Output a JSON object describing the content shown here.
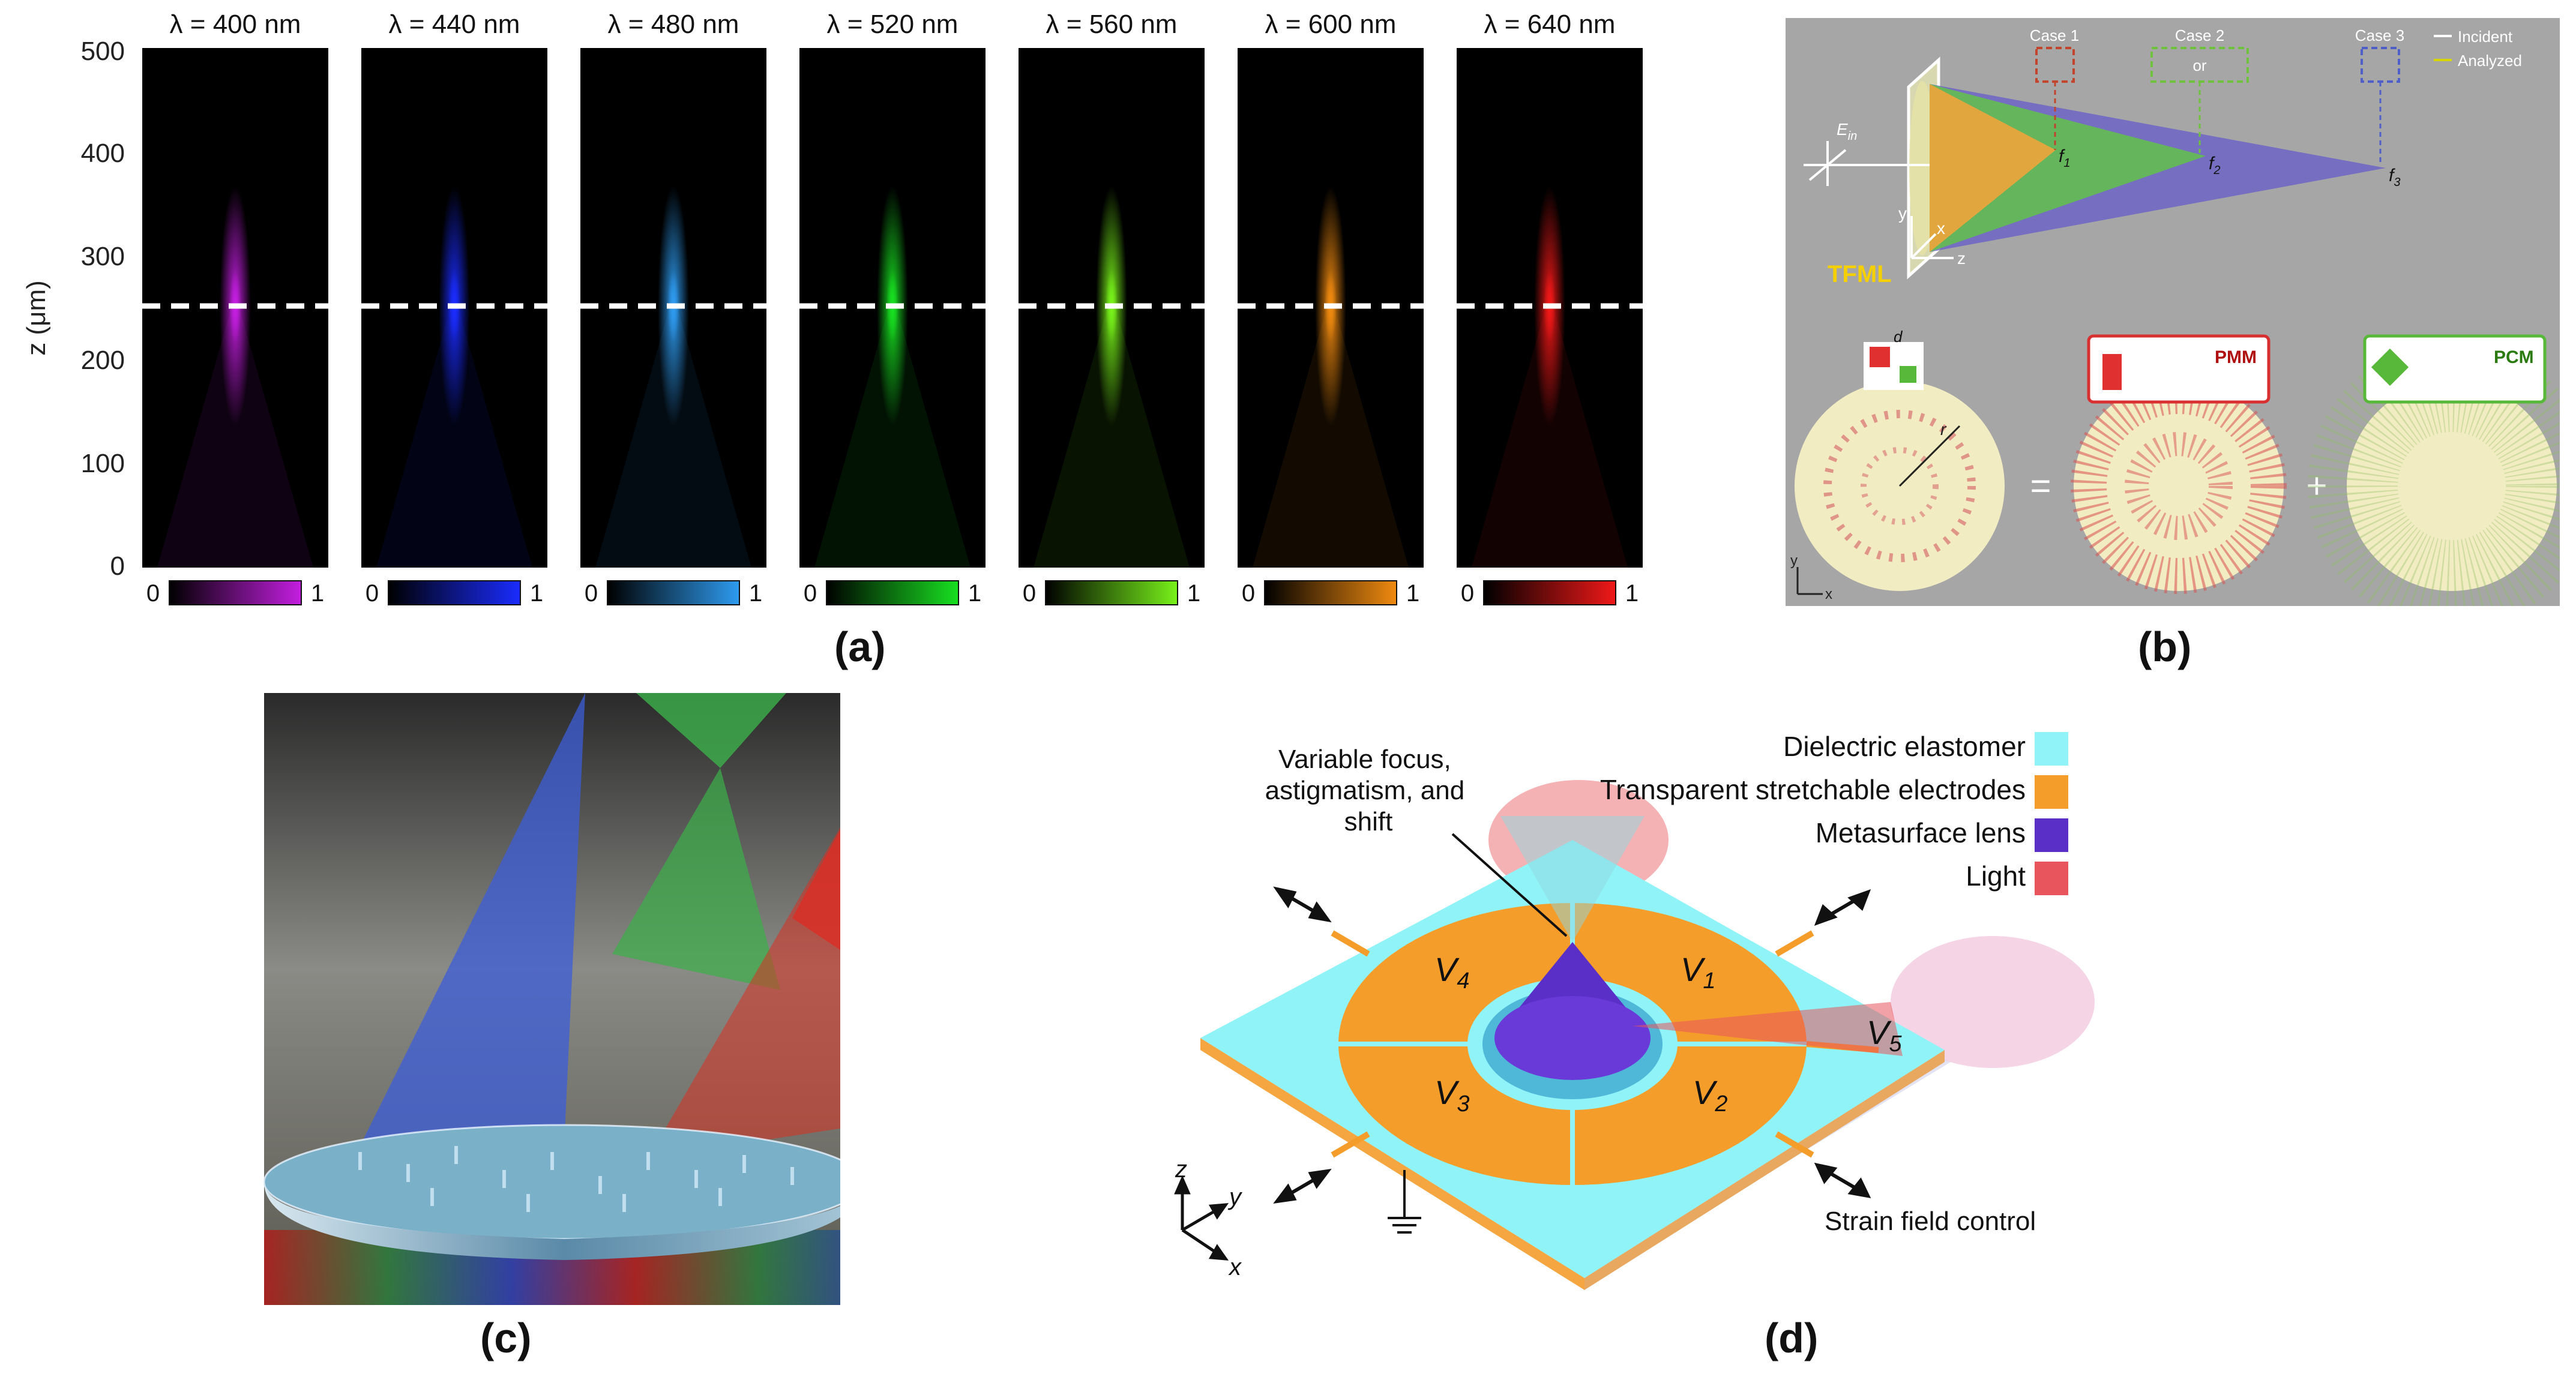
{
  "panel_a": {
    "y_axis_label": "z (μm)",
    "y_ticks": [
      "500",
      "400",
      "300",
      "200",
      "100",
      "0"
    ],
    "colorbar_min": "0",
    "colorbar_max": "1",
    "columns": [
      {
        "label": "λ = 400 nm",
        "color": "#c41ee0"
      },
      {
        "label": "λ = 440 nm",
        "color": "#1a2cff"
      },
      {
        "label": "λ = 480 nm",
        "color": "#2e9bf0"
      },
      {
        "label": "λ = 520 nm",
        "color": "#18e021"
      },
      {
        "label": "λ = 560 nm",
        "color": "#78f21a"
      },
      {
        "label": "λ = 600 nm",
        "color": "#f08a10"
      },
      {
        "label": "λ = 640 nm",
        "color": "#f01818"
      }
    ],
    "caption": "(a)"
  },
  "panel_b": {
    "case1": "Case 1",
    "case2": "Case 2",
    "case3": "Case 3",
    "or": "or",
    "legend_incident": "Incident",
    "legend_analyzed": "Analyzed",
    "tfml": "TFML",
    "ein": "E",
    "ein_sub": "in",
    "f1": "f",
    "f2": "f",
    "f3": "f",
    "f1_sub": "1",
    "f2_sub": "2",
    "f3_sub": "3",
    "pmm": "PMM",
    "pcm": "PCM",
    "eq": "=",
    "plus": "+",
    "r": "r",
    "d": "d",
    "x": "x",
    "y": "y",
    "z": "z",
    "caption": "(b)"
  },
  "panel_c": {
    "caption": "(c)"
  },
  "panel_d": {
    "legend": [
      {
        "label": "Dielectric elastomer",
        "color": "#8ff3f7"
      },
      {
        "label": "Transparent stretchable electrodes",
        "color": "#f59d2a"
      },
      {
        "label": "Metasurface lens",
        "color": "#5a2fc8"
      },
      {
        "label": "Light",
        "color": "#e8555c"
      }
    ],
    "variable_focus": [
      "Variable focus,",
      "astigmatism, and",
      "shift"
    ],
    "v1": "V",
    "v2": "V",
    "v3": "V",
    "v4": "V",
    "v5": "V",
    "v1_sub": "1",
    "v2_sub": "2",
    "v3_sub": "3",
    "v4_sub": "4",
    "v5_sub": "5",
    "strain": "Strain field control",
    "ax_x": "x",
    "ax_y": "y",
    "ax_z": "z",
    "caption": "(d)"
  }
}
